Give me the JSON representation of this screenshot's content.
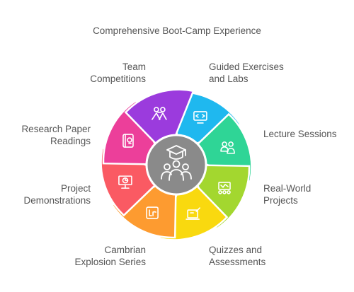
{
  "title": "Comprehensive Boot-Camp Experience",
  "hub": {
    "icon": "graduates-icon",
    "color": "#8a8a8a"
  },
  "segments": [
    {
      "id": "guided-exercises",
      "label": [
        "Guided Exercises",
        "and Labs"
      ],
      "color": "#1fb8ef",
      "icon": "code-monitor-icon"
    },
    {
      "id": "lecture-sessions",
      "label": [
        "Lecture Sessions"
      ],
      "color": "#2fd596",
      "icon": "presenters-icon"
    },
    {
      "id": "real-world-projects",
      "label": [
        "Real-World",
        "Projects"
      ],
      "color": "#a3d72f",
      "icon": "team-board-icon"
    },
    {
      "id": "quizzes-assessments",
      "label": [
        "Quizzes and",
        "Assessments"
      ],
      "color": "#f9d90f",
      "icon": "laptop-pen-icon"
    },
    {
      "id": "cambrian-explosion",
      "label": [
        "Cambrian",
        "Explosion Series"
      ],
      "color": "#fd9b30",
      "icon": "lr-app-icon"
    },
    {
      "id": "project-demonstrations",
      "label": [
        "Project",
        "Demonstrations"
      ],
      "color": "#fa5a63",
      "icon": "presentation-board-icon"
    },
    {
      "id": "research-paper",
      "label": [
        "Research Paper",
        "Readings"
      ],
      "color": "#ec3f9a",
      "icon": "book-icon"
    },
    {
      "id": "team-competitions",
      "label": [
        "Team",
        "Competitions"
      ],
      "color": "#9b3bdd",
      "icon": "competitors-icon"
    }
  ]
}
